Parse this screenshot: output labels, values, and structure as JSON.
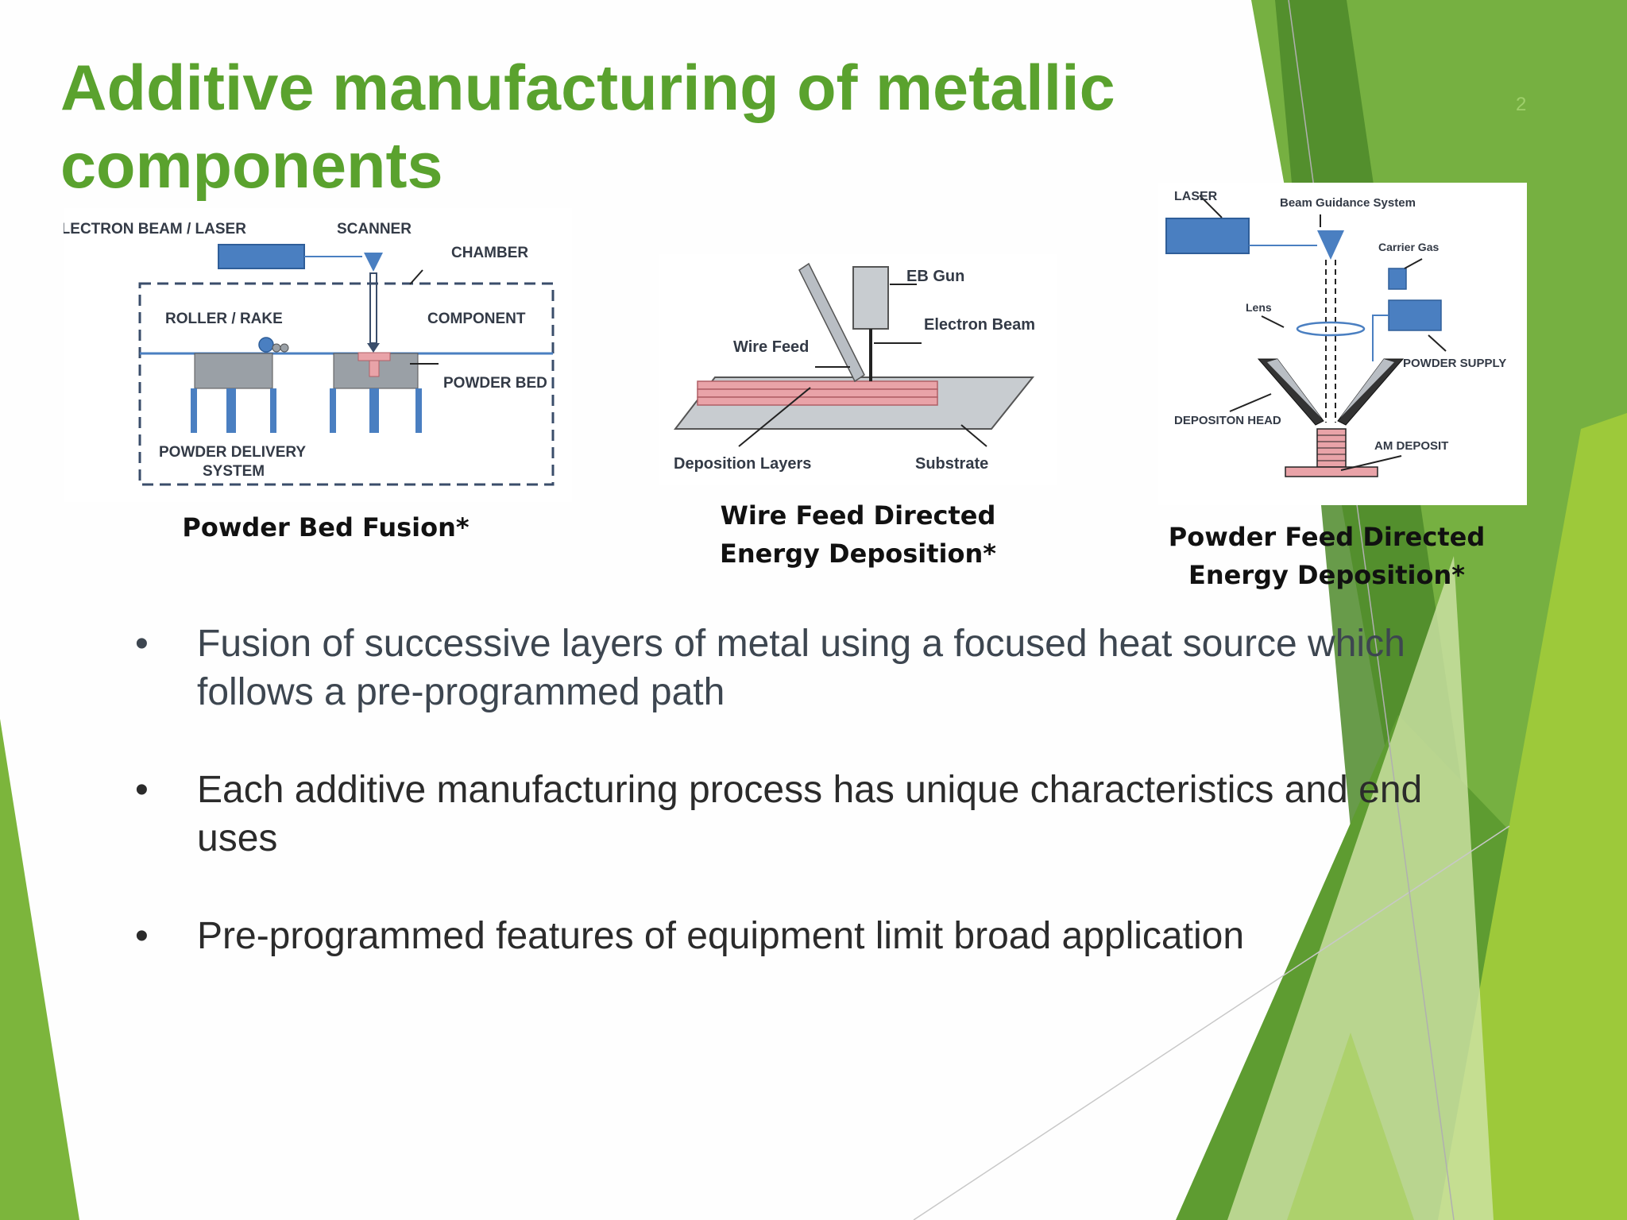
{
  "slide": {
    "title": "Additive manufacturing of metallic components",
    "slide_number": "2",
    "colors": {
      "accent": "#5aa22e",
      "green_dark": "#4d8a2a",
      "green_mid": "#76b041",
      "green_light": "#9dc93a",
      "green_pale": "#cfe3a8",
      "diagram_blue": "#4a7fc1",
      "layer_pink": "#e9a3a8"
    }
  },
  "figures": [
    {
      "caption": "Powder Bed Fusion*",
      "labels": {
        "source": "ELECTRON BEAM / LASER",
        "scanner": "SCANNER",
        "chamber": "CHAMBER",
        "roller": "ROLLER / RAKE",
        "component": "COMPONENT",
        "powder_bed": "POWDER BED",
        "delivery_1": "POWDER DELIVERY",
        "delivery_2": "SYSTEM"
      }
    },
    {
      "caption": "Wire Feed Directed Energy Deposition*",
      "labels": {
        "gun": "EB Gun",
        "beam": "Electron Beam",
        "wire": "Wire Feed",
        "layers": "Deposition Layers",
        "substrate": "Substrate"
      }
    },
    {
      "caption": "Powder Feed Directed Energy Deposition*",
      "labels": {
        "laser": "LASER",
        "guidance": "Beam Guidance System",
        "gas": "Carrier Gas",
        "lens": "Lens",
        "supply": "POWDER SUPPLY",
        "head": "DEPOSITON HEAD",
        "deposit": "AM DEPOSIT"
      }
    }
  ],
  "bullets": [
    "Fusion of successive layers of metal using a focused heat source which follows a pre-programmed path",
    "Each additive manufacturing process has unique characteristics and end uses",
    "Pre-programmed features of equipment limit broad application"
  ],
  "bullet_marker": "•"
}
